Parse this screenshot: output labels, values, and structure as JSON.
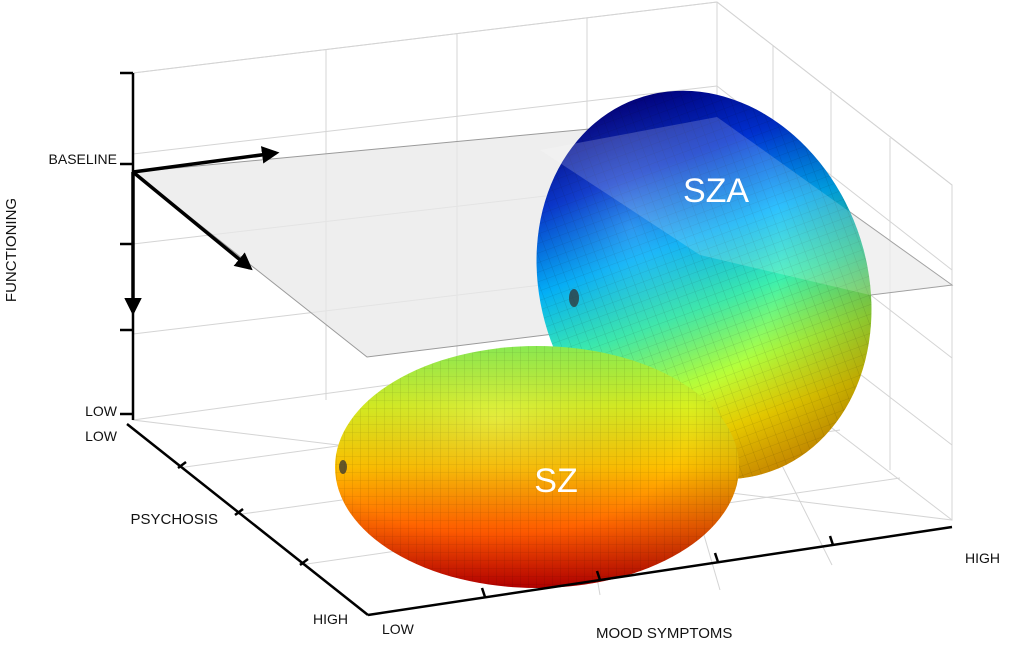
{
  "figure": {
    "axes": {
      "functioning": {
        "title": "FUNCTIONING",
        "low_label": "LOW",
        "baseline_label": "BASELINE"
      },
      "psychosis": {
        "title": "PSYCHOSIS",
        "low_label": "LOW",
        "high_label": "HIGH"
      },
      "mood": {
        "title": "MOOD SYMPTOMS",
        "low_label": "LOW",
        "high_label": "HIGH"
      }
    },
    "groups": {
      "sza": {
        "label": "SZA"
      },
      "sz": {
        "label": "SZ"
      }
    },
    "colormap": [
      "#00007f",
      "#0050ff",
      "#00c8ff",
      "#3cf0a0",
      "#b4ff3c",
      "#ffd200",
      "#ff6400",
      "#d20000"
    ]
  }
}
